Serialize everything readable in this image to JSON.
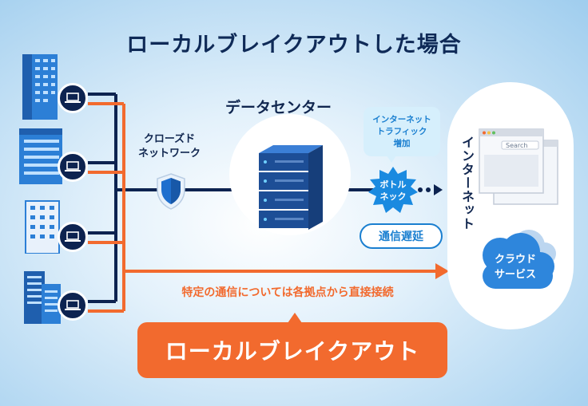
{
  "title": "ローカルブレイクアウトした場合",
  "datacenter_label": "データセンター",
  "closed_network_label": "クローズド\nネットワーク",
  "traffic_bubble": "インターネット\nトラフィック\n増加",
  "bottleneck_label": "ボトル\nネック",
  "delay_label": "通信遅延",
  "internet_label": "インターネット",
  "cloud_label": "クラウド\nサービス",
  "browser_search_text": "Search",
  "direct_connection_label": "特定の通信については各拠点から直接接続",
  "local_breakout_label": "ローカルブレイクアウト",
  "icons": [
    "building-icon",
    "laptop-icon",
    "shield-icon",
    "server-rack-icon",
    "browser-window-icon",
    "cloud-icon",
    "arrow-right-icon"
  ],
  "colors": {
    "navy": "#0f2a57",
    "orange": "#f26a2e",
    "blue": "#1a7fd0",
    "light_blue": "#d6effc",
    "line": "#0d2350"
  }
}
